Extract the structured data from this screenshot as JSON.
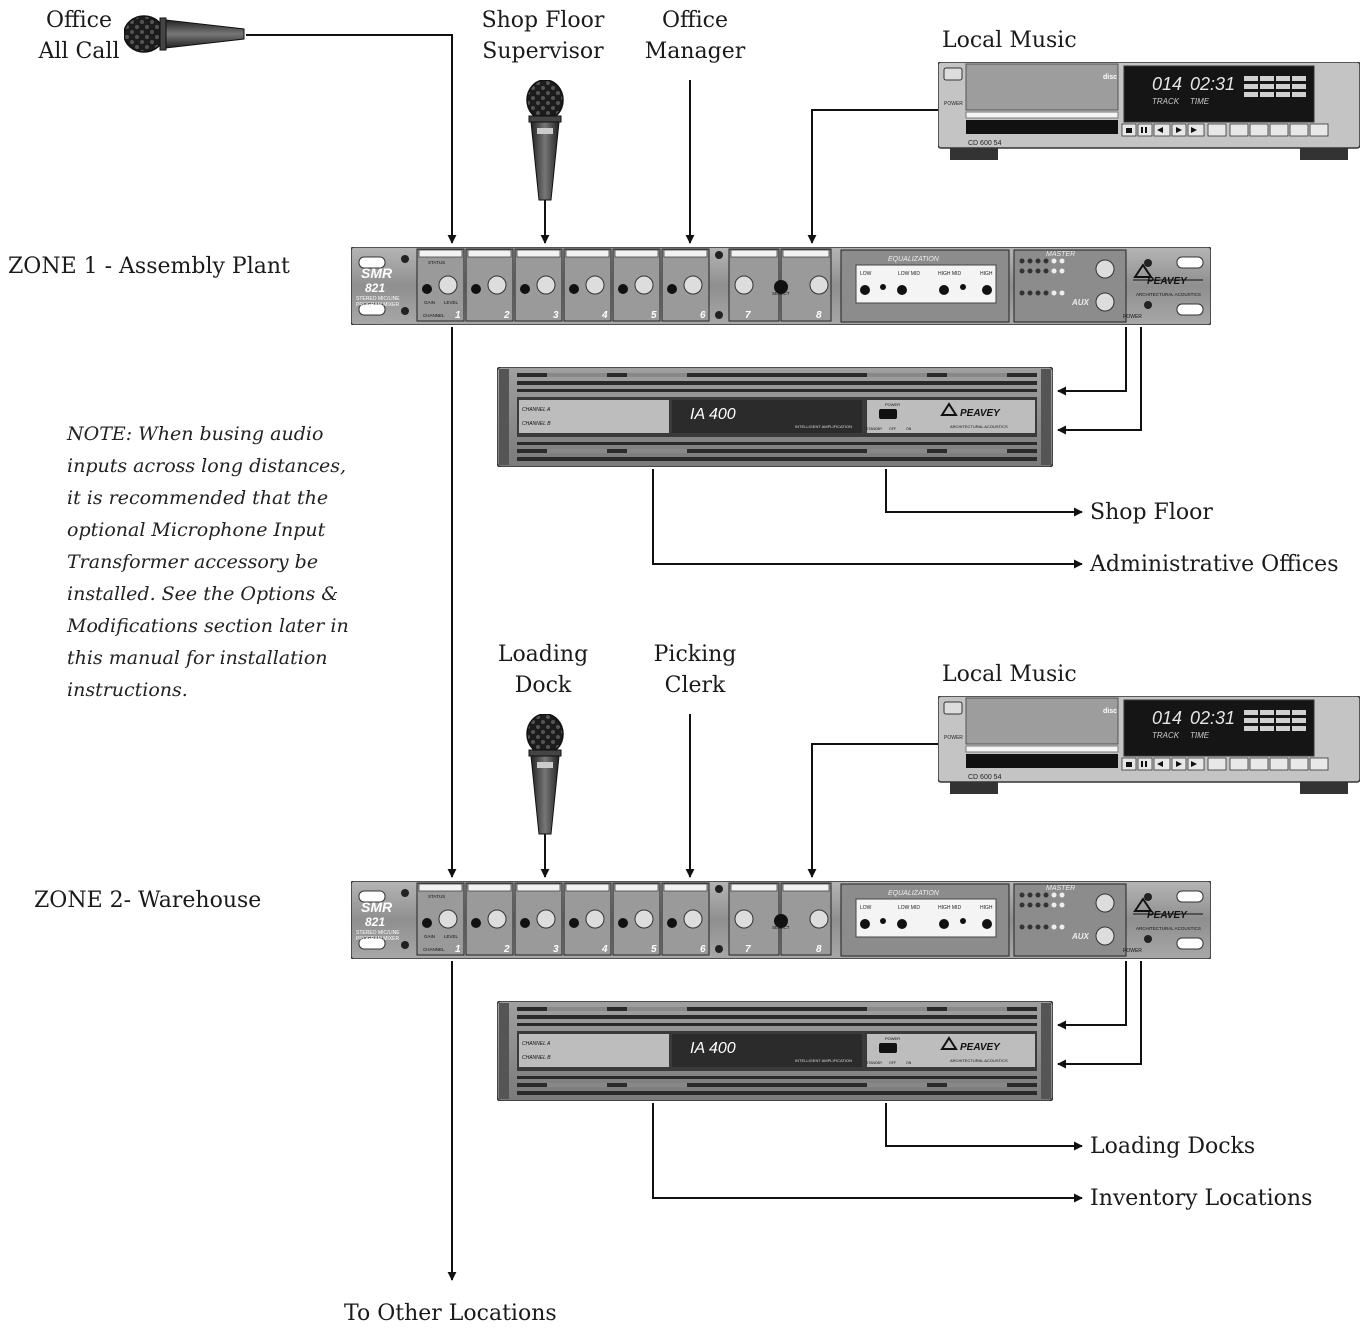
{
  "labels": {
    "office_all_call": [
      "Office",
      "All Call"
    ],
    "shop_floor_supervisor": [
      "Shop Floor",
      "Supervisor"
    ],
    "office_manager": [
      "Office",
      "Manager"
    ],
    "local_music_1": "Local Music",
    "zone1": "ZONE 1 - Assembly Plant",
    "shop_floor": "Shop Floor",
    "administrative_offices": "Administrative Offices",
    "loading_dock": [
      "Loading",
      "Dock"
    ],
    "picking_clerk": [
      "Picking",
      "Clerk"
    ],
    "local_music_2": "Local Music",
    "zone2": "ZONE 2- Warehouse",
    "loading_docks": "Loading Docks",
    "inventory_locations": "Inventory Locations",
    "to_other_locations": "To Other Locations"
  },
  "note": "NOTE: When busing audio inputs across long distances, it is recommended that the optional Microphone Input Transformer accessory be installed.  See the Options & Modifications section later in this manual for installation instructions.",
  "cd_player": {
    "power": "POWER",
    "disc": "disc",
    "track_no": "014",
    "time": "02:31",
    "track_label": "TRACK",
    "time_label": "TIME",
    "model": "CD 600 54"
  },
  "mixer": {
    "brand": "SMR",
    "model": "821",
    "desc1": "STEREO MIC/LINE",
    "desc2": "PROGRAM MIXER",
    "status": "STATUS",
    "gain": "GAIN",
    "level": "LEVEL",
    "channel": "CHANNEL",
    "channels": [
      "1",
      "2",
      "3",
      "4",
      "5",
      "6",
      "7",
      "8"
    ],
    "select": "SELECT",
    "eq_title": "EQUALIZATION",
    "eq_bands": [
      "LOW",
      "LOW MID",
      "HIGH MID",
      "HIGH"
    ],
    "master": "MASTER",
    "aux": "AUX",
    "power": "POWER",
    "peavey": "PEAVEY",
    "aa": "ARCHITECTURAL ACOUSTICS"
  },
  "amp": {
    "model": "IA 400",
    "channel_a": "CHANNEL A",
    "channel_b": "CHANNEL B",
    "intelligent": "INTELLIGENT AMPLIFICATION",
    "power": "POWER",
    "standby": "STANDBY",
    "off": "OFF",
    "on": "ON",
    "peavey": "PEAVEY",
    "aa": "ARCHITECTURAL ACOUSTICS"
  }
}
